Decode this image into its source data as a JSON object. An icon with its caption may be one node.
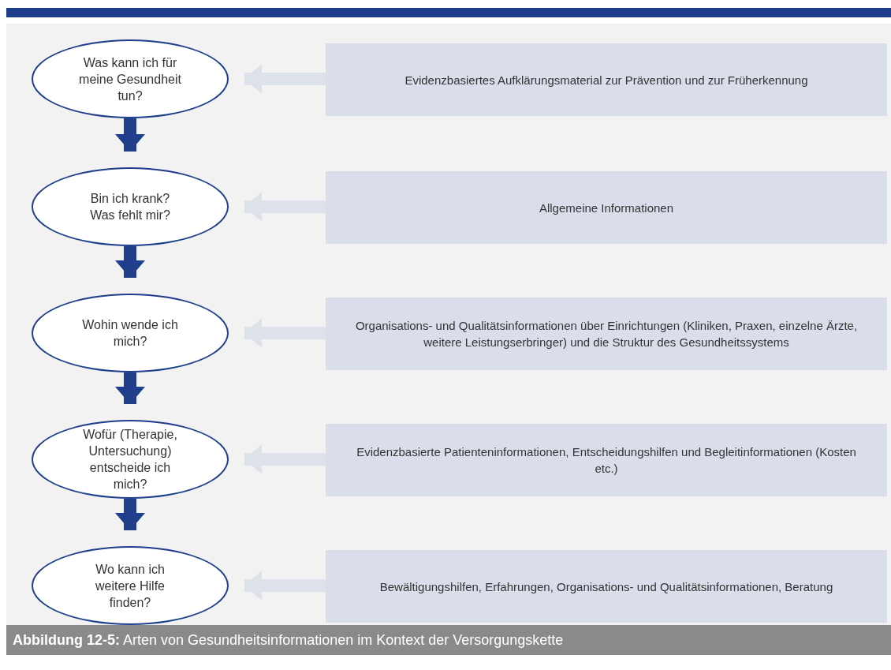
{
  "diagram": {
    "caption": "**Abbildung 12-5:** Arten von Gesundheitsinformationen im Kontext der Versorgungskette",
    "nodes": [
      {
        "text": [
          "Was kann ich für meine Gesundheit tun?"
        ]
      },
      {
        "text": [
          "Bin ich krank? Was fehlt mir?"
        ]
      },
      {
        "text": [
          "Wohin wende ich mich?"
        ]
      },
      {
        "text": [
          "Wofür (Therapie, Untersuchung) entscheide ich mich?"
        ]
      },
      {
        "text": [
          "Wo kann ich weitere Hilfe finden?"
        ]
      },
      {
        "text": [
          "Evidenzbasiertes Aufklärungsmaterial zur Prävention und zur Früherkennung"
        ]
      },
      {
        "text": [
          "Allgemeine Informationen"
        ]
      },
      {
        "text": [
          "Organisations- und Qualitätsinformationen über Einrichtungen (Kliniken, Praxen, einzelne Ärzte, weitere Leistungserbringer) und die Struktur des Gesundheitssystems"
        ]
      },
      {
        "text": [
          "Evidenzbasierte Patienteninformationen, Entscheidungshilfen und Begleitinformationen (Kosten etc.)"
        ]
      },
      {
        "text": [
          "Bewältigungshilfen, Erfahrungen, Organisations- und Qualitätsinformationen, Beratung"
        ]
      }
    ],
    "edges": [
      {
        "from": 0,
        "to": 1,
        "arrow": "to",
        "color": "#1f3f8c"
      },
      {
        "from": 1,
        "to": 2,
        "arrow": "to",
        "color": "#1f3f8c"
      },
      {
        "from": 2,
        "to": 3,
        "arrow": "to",
        "color": "#1f3f8c"
      },
      {
        "from": 3,
        "to": 4,
        "arrow": "to",
        "color": "#1f3f8c"
      },
      {
        "from": 5,
        "to": 0,
        "arrow": "to"
      },
      {
        "from": 6,
        "to": 1,
        "arrow": "to"
      },
      {
        "from": 7,
        "to": 2,
        "arrow": "to"
      },
      {
        "from": 8,
        "to": 3,
        "arrow": "to"
      },
      {
        "from": 9,
        "to": 4,
        "arrow": "to"
      }
    ]
  }
}
